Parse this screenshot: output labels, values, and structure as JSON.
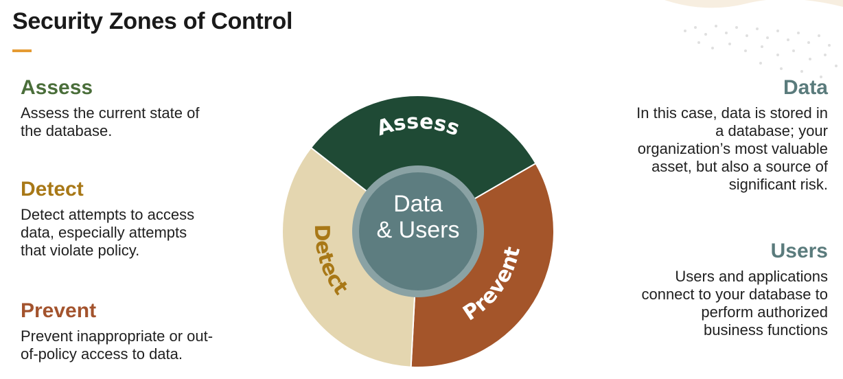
{
  "header": {
    "title": "Security Zones of Control",
    "accent_color": "#e59b33"
  },
  "left": {
    "assess": {
      "heading": "Assess",
      "lines": [
        "Assess the current state of",
        "the database."
      ],
      "color": "#4a6e3a"
    },
    "detect": {
      "heading": "Detect",
      "lines": [
        "Detect attempts to access",
        "data, especially attempts",
        "that violate policy."
      ],
      "color": "#a87817"
    },
    "prevent": {
      "heading": "Prevent",
      "lines": [
        "Prevent inappropriate or out-",
        "of-policy access to data."
      ],
      "color": "#a3532d"
    }
  },
  "right": {
    "data": {
      "heading": "Data",
      "lines": [
        "In this case, data is stored in",
        "a database; your",
        "organization’s most valuable",
        "asset, but also a source of",
        "significant risk."
      ],
      "color": "#5a7b7c"
    },
    "users": {
      "heading": "Users",
      "lines": [
        "Users and applications",
        "connect to your database to",
        "perform authorized",
        "business functions"
      ],
      "color": "#5a7b7c"
    }
  },
  "wheel": {
    "segments": [
      {
        "label": "Assess",
        "color": "#1f4a35"
      },
      {
        "label": "Prevent",
        "color": "#a4552a"
      },
      {
        "label": "Detect",
        "color": "#e4d6b0"
      }
    ],
    "center": {
      "line1": "Data",
      "line2": "& Users",
      "fill": "#5d7d80",
      "ring": "#8aa2a4"
    }
  }
}
